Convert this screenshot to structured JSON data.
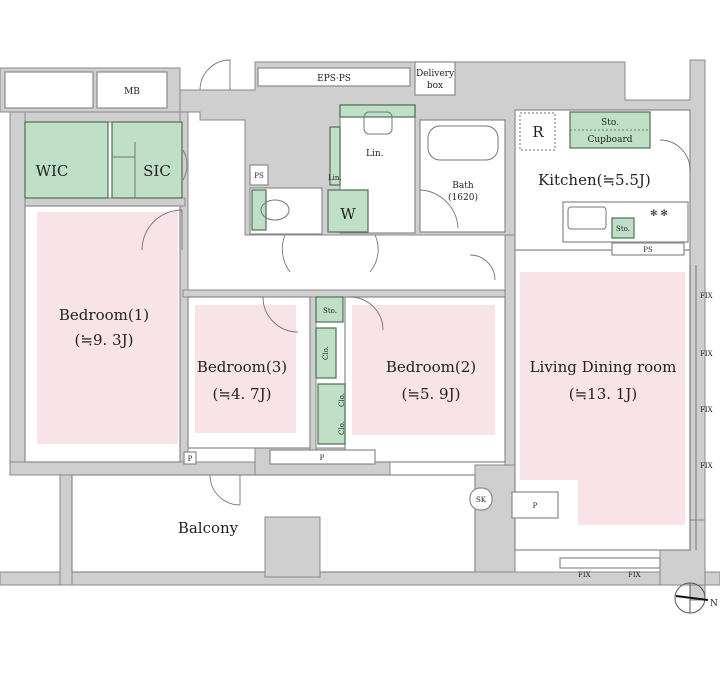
{
  "floor_plan": {
    "rooms": {
      "bedroom1": {
        "name": "Bedroom(1)",
        "area": "(≒9. 3J)"
      },
      "bedroom2": {
        "name": "Bedroom(2)",
        "area": "(≒5. 9J)"
      },
      "bedroom3": {
        "name": "Bedroom(3)",
        "area": "(≒4. 7J)"
      },
      "living": {
        "name": "Living Dining room",
        "area": "(≒13. 1J)"
      },
      "kitchen": {
        "name": "Kitchen(≒5.5J)"
      },
      "bath": {
        "name": "Bath",
        "size": "(1620)"
      },
      "balcony": {
        "name": "Balcony"
      }
    },
    "labels": {
      "wic": "WIC",
      "sic": "SIC",
      "mb": "MB",
      "eps_ps": "EPS·PS",
      "delivery_1": "Delivery",
      "delivery_2": "box",
      "lin": "Lin.",
      "ps": "PS",
      "w": "W",
      "r": "R",
      "sto": "Sto.",
      "cupboard": "Cupboard",
      "clo": "Clo.",
      "p": "P",
      "sk": "SK",
      "fix": "FIX",
      "north": "N"
    },
    "colors": {
      "storage": "#bfe0c6",
      "room": "#f7e3e8",
      "wall": "#cfcfcf"
    }
  }
}
